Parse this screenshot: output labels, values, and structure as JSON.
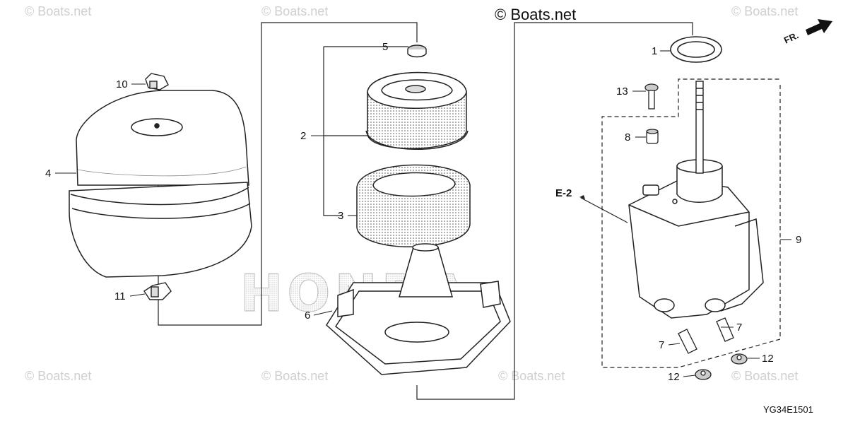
{
  "watermarks": {
    "main": "© Boats.net",
    "faint": "© Boats.net"
  },
  "brand_watermark": "HONDA",
  "direction_indicator": "FR.",
  "diagram_code": "YG34E1501",
  "reference": "E-2",
  "callouts": {
    "p1": "1",
    "p2": "2",
    "p3": "3",
    "p4": "4",
    "p5": "5",
    "p6": "6",
    "p7a": "7",
    "p7b": "7",
    "p8": "8",
    "p9": "9",
    "p10": "10",
    "p11": "11",
    "p12a": "12",
    "p12b": "12",
    "p13": "13"
  }
}
